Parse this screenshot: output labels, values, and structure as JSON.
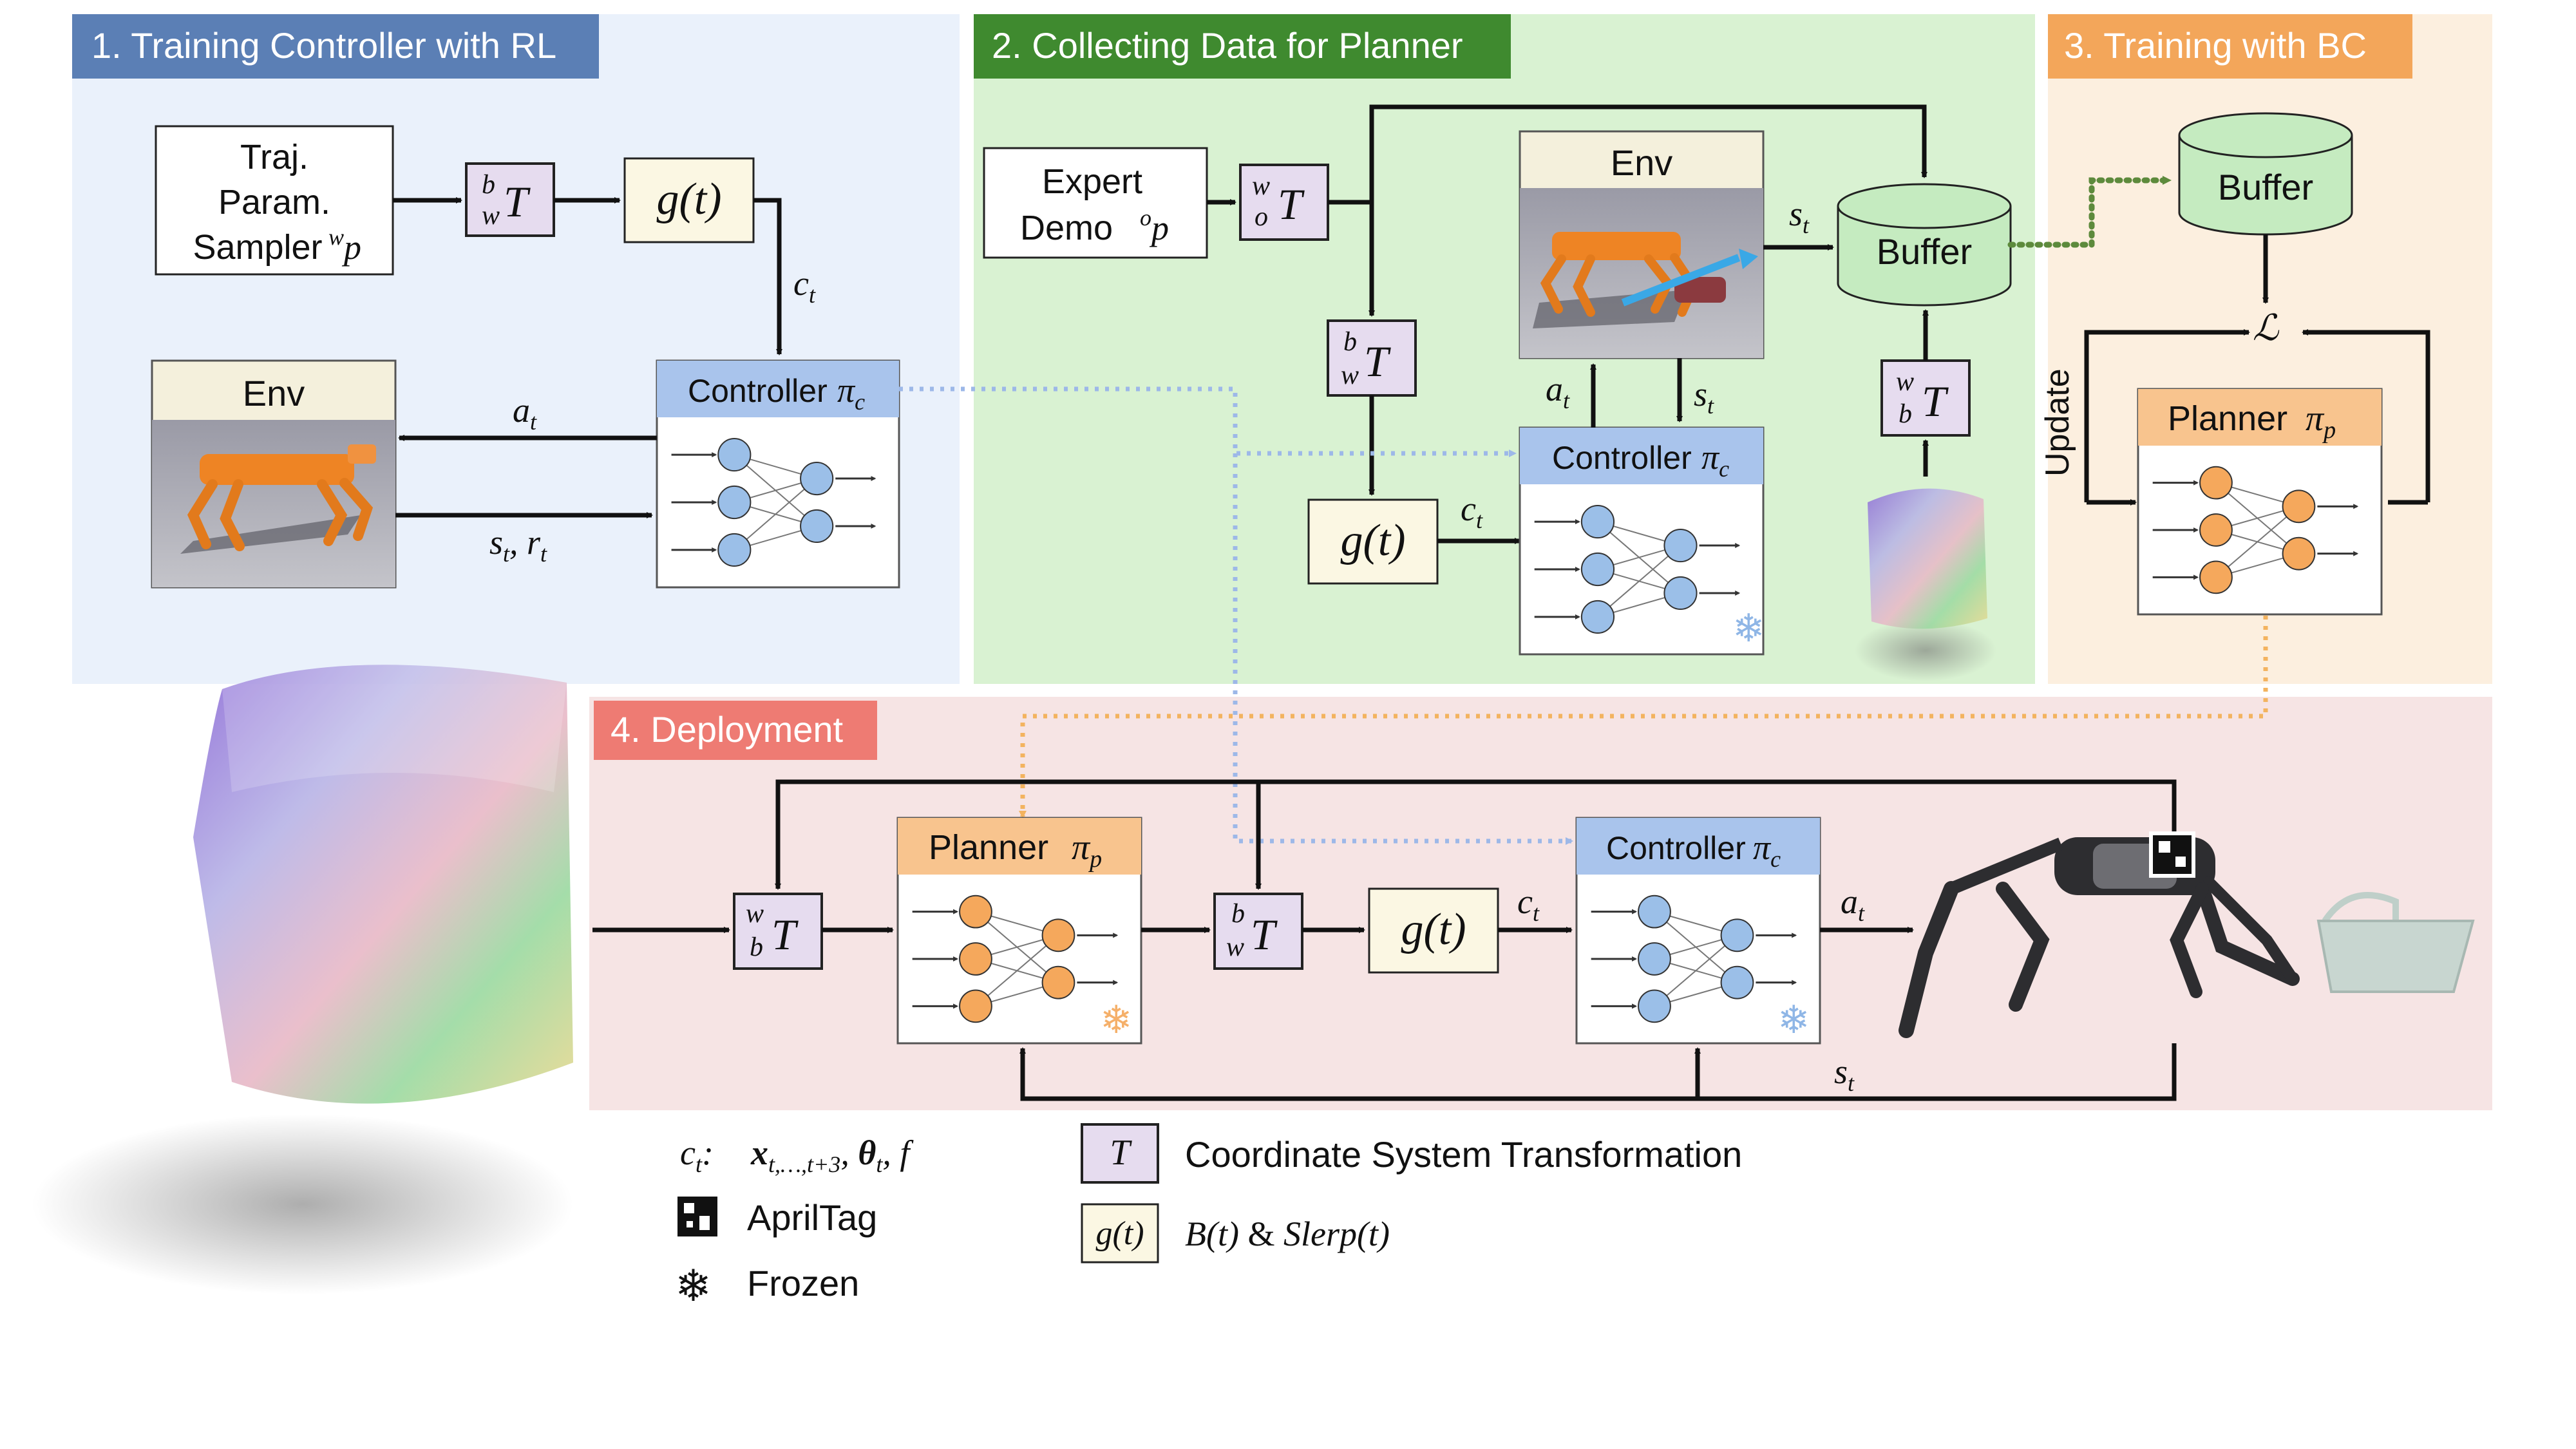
{
  "sections": {
    "s1": {
      "title": "1. Training Controller with RL"
    },
    "s2": {
      "title": "2. Collecting Data for Planner"
    },
    "s3": {
      "title": "3. Training with BC"
    },
    "s4": {
      "title": "4. Deployment"
    }
  },
  "s1": {
    "sampler": [
      "Traj.",
      "Param.",
      "Sampler"
    ],
    "sampler_math": "wp",
    "tf_sup": "b",
    "tf_sub": "w",
    "tf_main": "T",
    "g": "g(t)",
    "ct": "c",
    "ct_sub": "t",
    "env": "Env",
    "controller": "Controller",
    "ctrl_pi": "π",
    "ctrl_pi_sub": "c",
    "at": "a",
    "at_sub": "t",
    "st_rt": "s",
    "st_rt_sub1": "t",
    "st_rt_mid": ", r",
    "st_rt_sub2": "t"
  },
  "s2": {
    "expert": [
      "Expert",
      "Demo"
    ],
    "expert_math": "op",
    "tf1_sup": "w",
    "tf1_sub": "o",
    "tf2_sup": "b",
    "tf2_sub": "w",
    "tf3_sup": "w",
    "tf3_sub": "b",
    "env": "Env",
    "buffer": "Buffer",
    "controller": "Controller",
    "g": "g(t)",
    "st": "s",
    "at": "a",
    "ct": "c",
    "sub_t": "t"
  },
  "s3": {
    "buffer": "Buffer",
    "loss": "ℒ",
    "update": "Update",
    "planner": "Planner",
    "pi": "π",
    "pi_sub": "p"
  },
  "s4": {
    "tf1_sup": "w",
    "tf1_sub": "b",
    "tf2_sup": "b",
    "tf2_sub": "w",
    "planner": "Planner",
    "controller": "Controller",
    "g": "g(t)",
    "ct": "c",
    "at": "a",
    "st": "s",
    "sub_t": "t"
  },
  "legend": {
    "ct_label": "c",
    "ct_sub": "t",
    "ct_colon": ":",
    "ct_def": "x",
    "ct_def_sub": "t,…,t+3",
    "ct_def_rest1": ", ",
    "ct_theta": "θ",
    "ct_theta_sub": "t",
    "ct_def_rest2": ", f",
    "apriltag": "AprilTag",
    "frozen": "Frozen",
    "T_symbol": "T",
    "T_desc": "Coordinate System Transformation",
    "g_symbol": "g(t)",
    "g_desc1": "B(t)",
    "g_amp": " & ",
    "g_desc2": "Slerp(t)"
  },
  "colors": {
    "s1_bg": "#eaf1fb",
    "s1_hdr": "#5b7fb5",
    "s2_bg": "#d9f2d2",
    "s2_hdr": "#3f8a2f",
    "s3_bg": "#fcefdf",
    "s3_hdr": "#f3a65a",
    "s4_bg": "#f6e4e4",
    "s4_hdr": "#ee7b73",
    "transform": "#e6dcef",
    "gbox": "#fbf7e3",
    "ctrl_hdr": "#a9c4ec",
    "plan_hdr": "#f8c48e",
    "node_blue": "#9bbfe8",
    "node_orange": "#f5a85c",
    "buffer": "#c5ebc0",
    "robot": "#ee8424"
  }
}
